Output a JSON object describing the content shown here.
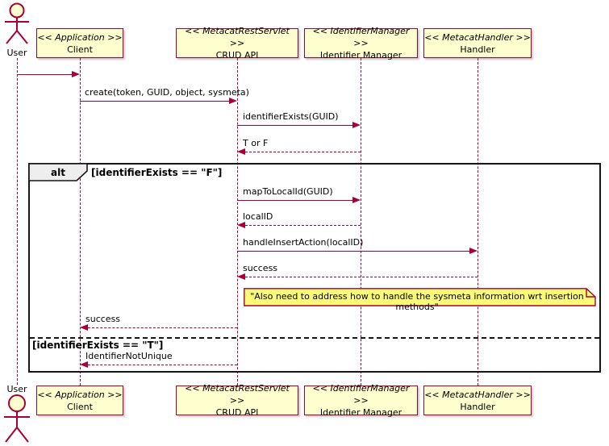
{
  "diagram": {
    "actor": {
      "label": "User"
    },
    "participants": [
      {
        "stereotype": "<< Application >>",
        "name": "Client"
      },
      {
        "stereotype": "<< MetacatRestServlet >>",
        "name": "CRUD API"
      },
      {
        "stereotype": "<< IdentifierManager >>",
        "name": "Identifier Manager"
      },
      {
        "stereotype": "<< MetacatHandler >>",
        "name": "Handler"
      }
    ],
    "messages": [
      {
        "label": "create(token, GUID, object, sysmeta)"
      },
      {
        "label": "identifierExists(GUID)"
      },
      {
        "label": "T or F"
      },
      {
        "label": "mapToLocalId(GUID)"
      },
      {
        "label": "localID"
      },
      {
        "label": "handleInsertAction(localID)"
      },
      {
        "label": "success"
      },
      {
        "label": "success"
      },
      {
        "label": "IdentifierNotUnique"
      }
    ],
    "alt": {
      "operator": "alt",
      "condition_if": "[identifierExists == \"F\"]",
      "condition_else": "[identifierExists == \"T\"]"
    },
    "note": {
      "text": "\"Also need to address how to handle the sysmeta information wrt insertion methods\""
    }
  },
  "colors": {
    "line": "#A80036",
    "fill": "#FEFECE",
    "note": "#FBFB77",
    "frame": "#161616",
    "tab": "#EEEEEE"
  }
}
